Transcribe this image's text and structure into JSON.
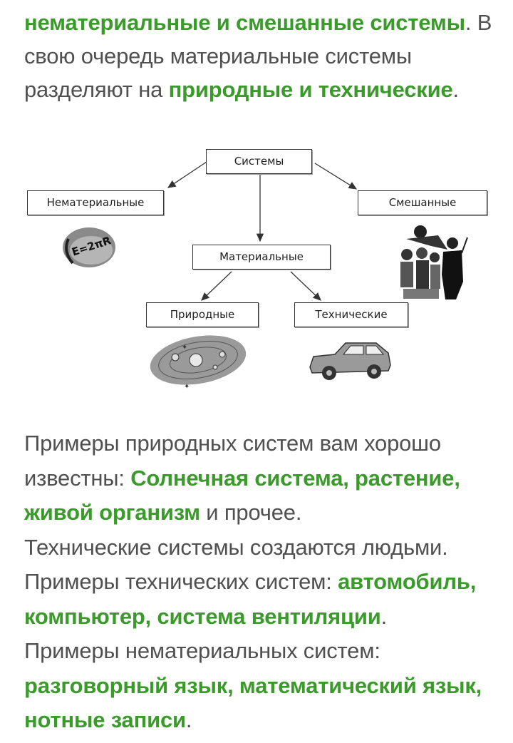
{
  "intro": {
    "line1_hl": "нематериальные и смешанные системы",
    "line1_rest": ". В",
    "line2": "свою очередь материальные системы",
    "line3_pre": "разделяют на ",
    "line3_hl": "природные и технические",
    "line3_end": "."
  },
  "diagram": {
    "root": "Системы",
    "immaterial": "Нематериальные",
    "mixed": "Смешанные",
    "material": "Материальные",
    "natural": "Природные",
    "technical": "Технические",
    "formula_text": "E=2πR"
  },
  "examples": {
    "p1_pre": "Примеры природных систем вам хорошо",
    "p1_mid": "известны: ",
    "p1_hl1": "Солнечная система, растение,",
    "p1_hl2": "живой организм",
    "p1_end": " и прочее.",
    "p2": "Технические системы создаются людьми.",
    "p3_pre": "Примеры технических систем: ",
    "p3_hl1": "автомобиль,",
    "p3_hl2": "компьютер, система вентиляции",
    "p3_end": ".",
    "p4": "Примеры нематериальных систем:",
    "p4_hl1": "разговорный язык, математический язык,",
    "p4_hl2": "нотные записи",
    "p4_end": "."
  },
  "colors": {
    "highlight": "#3a9a2a",
    "text": "#505050"
  }
}
